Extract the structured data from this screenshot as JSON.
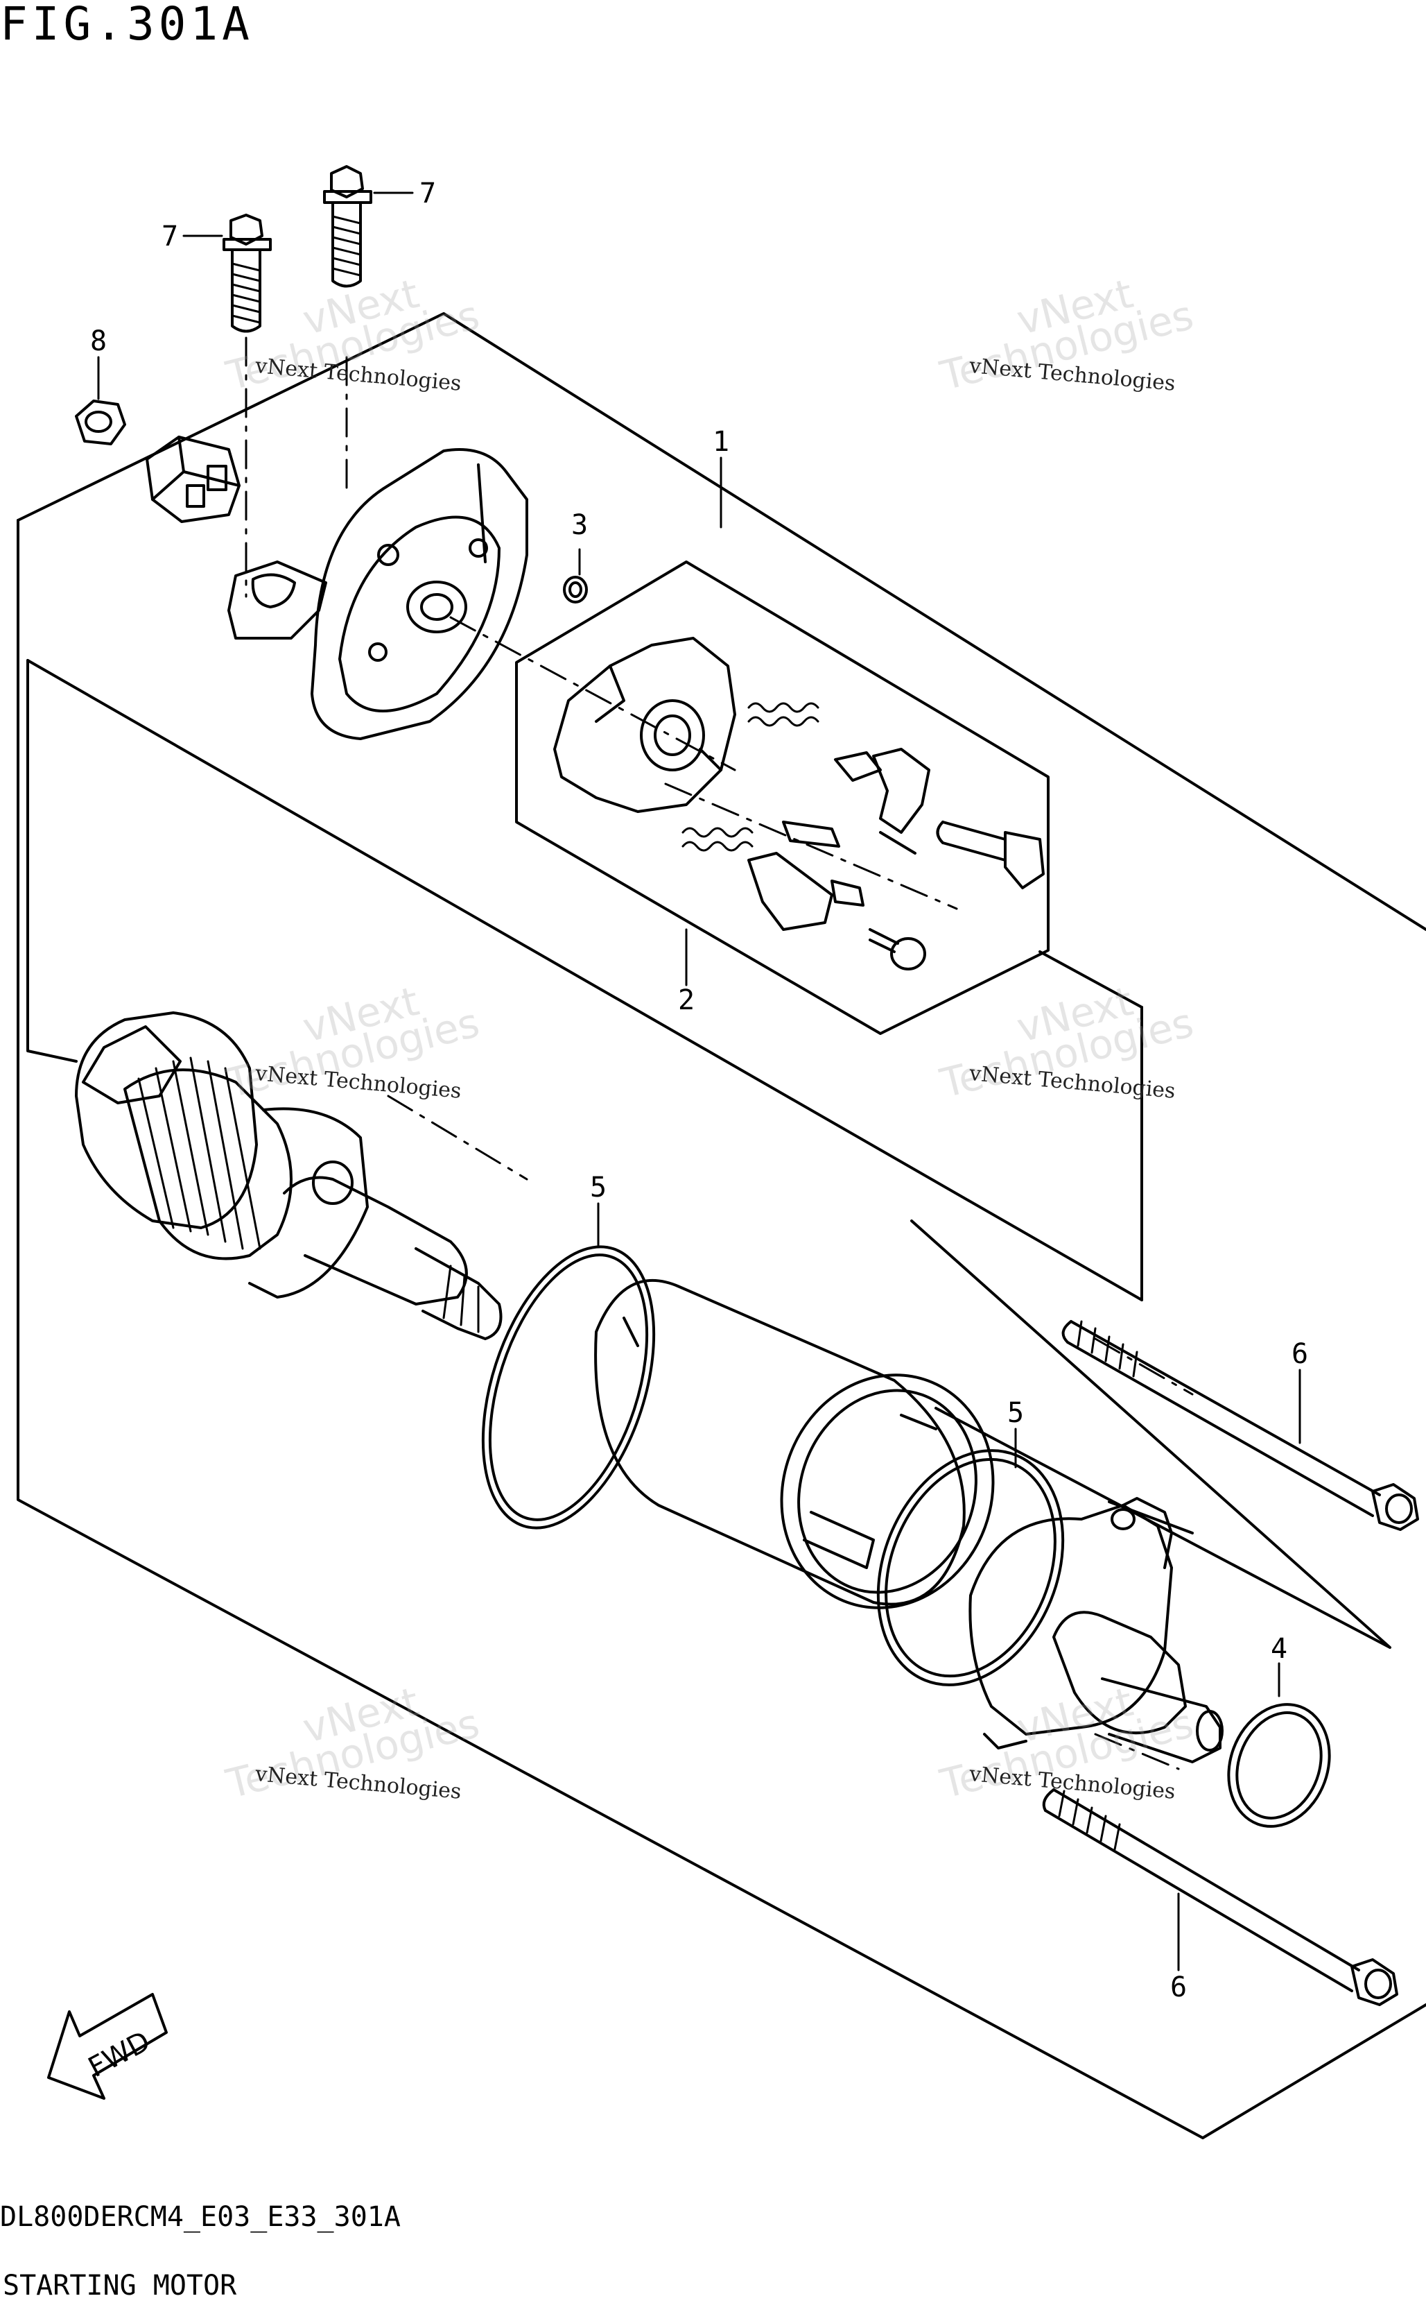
{
  "figure": {
    "title": "FIG.301A",
    "model_code": "DL800DERCM4_E03_E33_301A",
    "name": "STARTING MOTOR"
  },
  "callouts": [
    {
      "id": "1",
      "label": "1"
    },
    {
      "id": "2",
      "label": "2"
    },
    {
      "id": "3",
      "label": "3"
    },
    {
      "id": "4",
      "label": "4"
    },
    {
      "id": "5a",
      "label": "5"
    },
    {
      "id": "5b",
      "label": "5"
    },
    {
      "id": "6a",
      "label": "6"
    },
    {
      "id": "6b",
      "label": "6"
    },
    {
      "id": "7a",
      "label": "7"
    },
    {
      "id": "7b",
      "label": "7"
    },
    {
      "id": "8",
      "label": "8"
    }
  ],
  "fwd_arrow": {
    "label": "FWD"
  },
  "watermark": {
    "line1": "vNext",
    "line2": "Technologies",
    "caption": "vNext Technologies"
  }
}
